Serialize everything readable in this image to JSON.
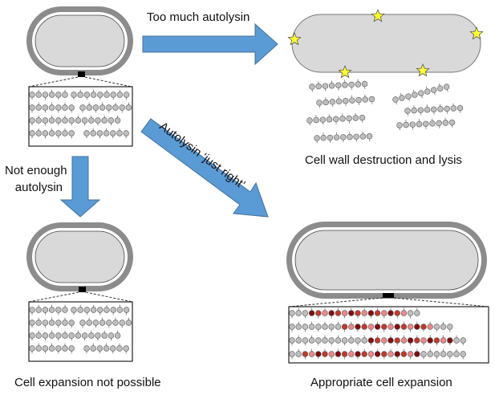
{
  "labels": {
    "too_much": "Too much autolysin",
    "not_enough_line1": "Not enough",
    "not_enough_line2": "autolysin",
    "just_right": "Autolysin ‘just right’",
    "destruction": "Cell wall destruction and lysis",
    "expansion_not_possible": "Cell expansion not possible",
    "appropriate": "Appropriate cell expansion"
  },
  "colors": {
    "arrow_fill": "#5b9bd5",
    "arrow_stroke": "#41719c",
    "cell_wall": "#8c8c8c",
    "cell_body": "#d9d9d9",
    "bead_grey": "#bfbfbf",
    "bead_dark_red": "#7f0f12",
    "bead_red": "#c0392b",
    "bead_pink": "#e8898a",
    "autolysin_star": "#ffff33"
  },
  "icons": [
    "arrow-right",
    "arrow-down",
    "arrow-diagonal",
    "autolysin-star-icon",
    "rod-cell",
    "peptidoglycan-strand"
  ]
}
